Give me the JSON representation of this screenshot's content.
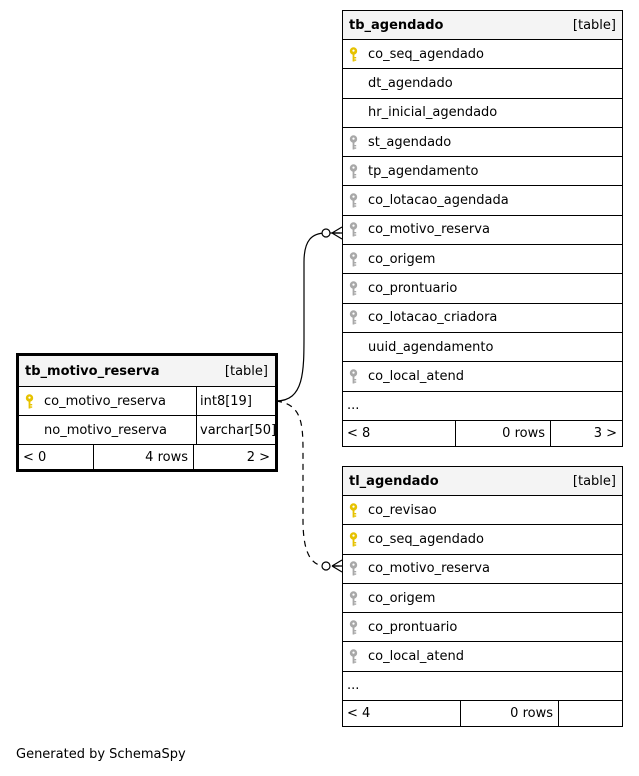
{
  "icons": {
    "primary_key": "key-gold-icon",
    "foreign_key": "key-gray-icon"
  },
  "colors": {
    "pk_key": "#e6c200",
    "fk_key": "#a8a8a8",
    "header_bg": "#f4f4f4"
  },
  "tables": {
    "tb_agendado": {
      "name": "tb_agendado",
      "kind": "[table]",
      "columns": [
        {
          "name": "co_seq_agendado",
          "key": "primary"
        },
        {
          "name": "dt_agendado",
          "key": "none"
        },
        {
          "name": "hr_inicial_agendado",
          "key": "none"
        },
        {
          "name": "st_agendado",
          "key": "foreign"
        },
        {
          "name": "tp_agendamento",
          "key": "foreign"
        },
        {
          "name": "co_lotacao_agendada",
          "key": "foreign"
        },
        {
          "name": "co_motivo_reserva",
          "key": "foreign"
        },
        {
          "name": "co_origem",
          "key": "foreign"
        },
        {
          "name": "co_prontuario",
          "key": "foreign"
        },
        {
          "name": "co_lotacao_criadora",
          "key": "foreign"
        },
        {
          "name": "uuid_agendamento",
          "key": "none"
        },
        {
          "name": "co_local_atend",
          "key": "foreign"
        }
      ],
      "more": "...",
      "footer": {
        "parents": "< 8",
        "rows": "0 rows",
        "children": "3 >"
      }
    },
    "tb_motivo_reserva": {
      "name": "tb_motivo_reserva",
      "kind": "[table]",
      "columns": [
        {
          "name": "co_motivo_reserva",
          "type": "int8[19]",
          "key": "primary"
        },
        {
          "name": "no_motivo_reserva",
          "type": "varchar[50]",
          "key": "none"
        }
      ],
      "footer": {
        "parents": "< 0",
        "rows": "4 rows",
        "children": "2 >"
      }
    },
    "tl_agendado": {
      "name": "tl_agendado",
      "kind": "[table]",
      "columns": [
        {
          "name": "co_revisao",
          "key": "primary"
        },
        {
          "name": "co_seq_agendado",
          "key": "primary"
        },
        {
          "name": "co_motivo_reserva",
          "key": "foreign"
        },
        {
          "name": "co_origem",
          "key": "foreign"
        },
        {
          "name": "co_prontuario",
          "key": "foreign"
        },
        {
          "name": "co_local_atend",
          "key": "foreign"
        }
      ],
      "more": "...",
      "footer": {
        "parents": "< 4",
        "rows": "0 rows",
        "children": ""
      }
    }
  },
  "relationships": [
    {
      "from": "tb_motivo_reserva.co_motivo_reserva",
      "to": "tb_agendado.co_motivo_reserva",
      "style": "solid"
    },
    {
      "from": "tb_motivo_reserva.co_motivo_reserva",
      "to": "tl_agendado.co_motivo_reserva",
      "style": "dashed"
    }
  ],
  "generated_by": "Generated by SchemaSpy"
}
